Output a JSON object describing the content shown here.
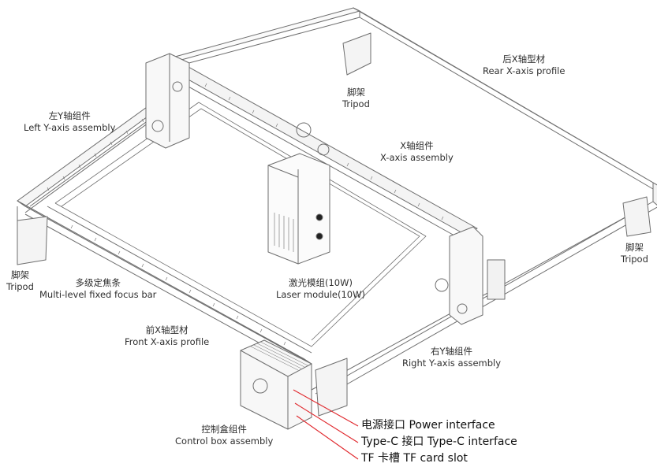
{
  "labels": {
    "rear_x_profile": {
      "zh": "后X轴型材",
      "en": "Rear X-axis profile"
    },
    "tripod_top": {
      "zh": "脚架",
      "en": "Tripod"
    },
    "left_y_assembly": {
      "zh": "左Y轴组件",
      "en": "Left Y-axis assembly"
    },
    "x_axis_assembly": {
      "zh": "X轴组件",
      "en": "X-axis assembly"
    },
    "tripod_right": {
      "zh": "脚架",
      "en": "Tripod"
    },
    "tripod_left": {
      "zh": "脚架",
      "en": "Tripod"
    },
    "focus_bar": {
      "zh": "多级定焦条",
      "en": "Multi-level fixed focus bar"
    },
    "laser_module": {
      "zh": "激光模组(10W)",
      "en": "Laser module(10W)"
    },
    "front_x_profile": {
      "zh": "前X轴型材",
      "en": "Front X-axis profile"
    },
    "right_y_assembly": {
      "zh": "右Y轴组件",
      "en": "Right Y-axis assembly"
    },
    "control_box": {
      "zh": "控制盒组件",
      "en": "Control box assembly"
    }
  },
  "callouts": {
    "power": "电源接口 Power interface",
    "typec": "Type-C 接口 Type-C interface",
    "tf": "TF 卡槽 TF card slot"
  },
  "colors": {
    "line": "#6e6e6e",
    "callout_line": "#e0262b",
    "text": "#2f2f2f"
  }
}
